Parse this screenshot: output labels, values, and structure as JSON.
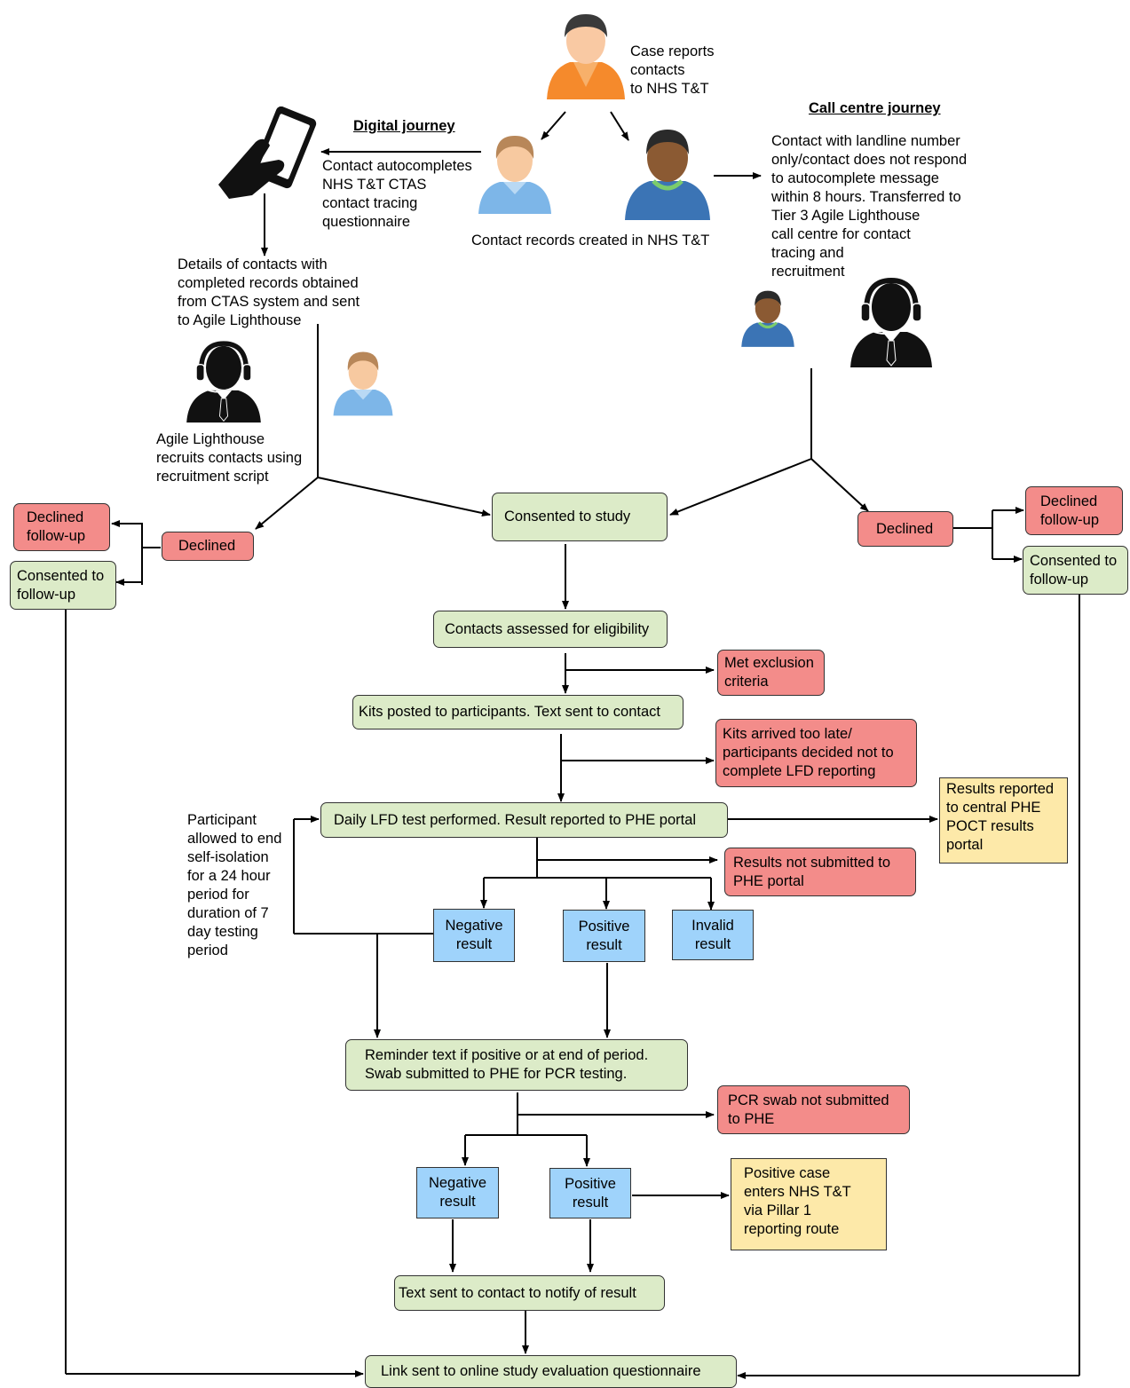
{
  "headings": {
    "digital": "Digital journey",
    "call_centre": "Call centre journey"
  },
  "notes": {
    "case_reports": "Case reports\ncontacts\nto NHS T&T",
    "autocompletes": "Contact autocompletes\nNHS T&T CTAS\ncontact tracing\nquestionnaire",
    "records_created": "Contact records created in NHS T&T",
    "landline": "Contact with landline number\nonly/contact does not respond\nto autocomplete message\nwithin 8 hours. Transferred to\nTier 3 Agile Lighthouse\ncall centre for contact\ntracing and\nrecruitment",
    "details": "Details of contacts with\ncompleted records obtained\nfrom CTAS system and sent\nto Agile Lighthouse",
    "agile_recruits": "Agile Lighthouse\nrecruits contacts using\nrecruitment script",
    "participant_allowed": "Participant\nallowed to end\nself-isolation\nfor a 24 hour\nperiod for\nduration of 7\nday testing\nperiod"
  },
  "boxes": {
    "consented_study": "Consented to study",
    "declined_left": "Declined",
    "declined_followup_left": "Declined\nfollow-up",
    "consented_followup_left": "Consented to\nfollow-up",
    "declined_right": "Declined",
    "declined_followup_right": "Declined\nfollow-up",
    "consented_followup_right": "Consented to\nfollow-up",
    "eligibility": "Contacts assessed for eligibility",
    "exclusion": "Met exclusion\ncriteria",
    "kits_posted": "Kits posted to participants. Text sent to contact",
    "kits_late": "Kits arrived too late/\nparticipants decided not to\ncomplete LFD reporting",
    "daily_lfd": "Daily LFD test performed. Result reported to PHE portal",
    "results_reported": "Results reported\nto central PHE\nPOCT results\nportal",
    "not_submitted": "Results not submitted to\nPHE portal",
    "negative_1": "Negative\nresult",
    "positive_1": "Positive\nresult",
    "invalid_1": "Invalid\nresult",
    "reminder": "Reminder text if positive or at end of period.\nSwab submitted to PHE for PCR testing.",
    "pcr_not_submitted": "PCR swab not submitted\nto PHE",
    "negative_2": "Negative\nresult",
    "positive_2": "Positive\nresult",
    "positive_case": "Positive case\nenters NHS T&T\nvia Pillar 1\nreporting route",
    "text_result": "Text sent to contact to notify of result",
    "link_sent": "Link sent to online study evaluation questionnaire"
  },
  "colors": {
    "green": "#dcebc8",
    "red": "#f38c8a",
    "blue": "#9fd3fb",
    "yellow": "#fde9a9"
  },
  "icons": [
    "orange-person-icon",
    "smartphone-hand-icon",
    "blond-person-icon",
    "dark-person-icon",
    "headset-agent-icon"
  ]
}
